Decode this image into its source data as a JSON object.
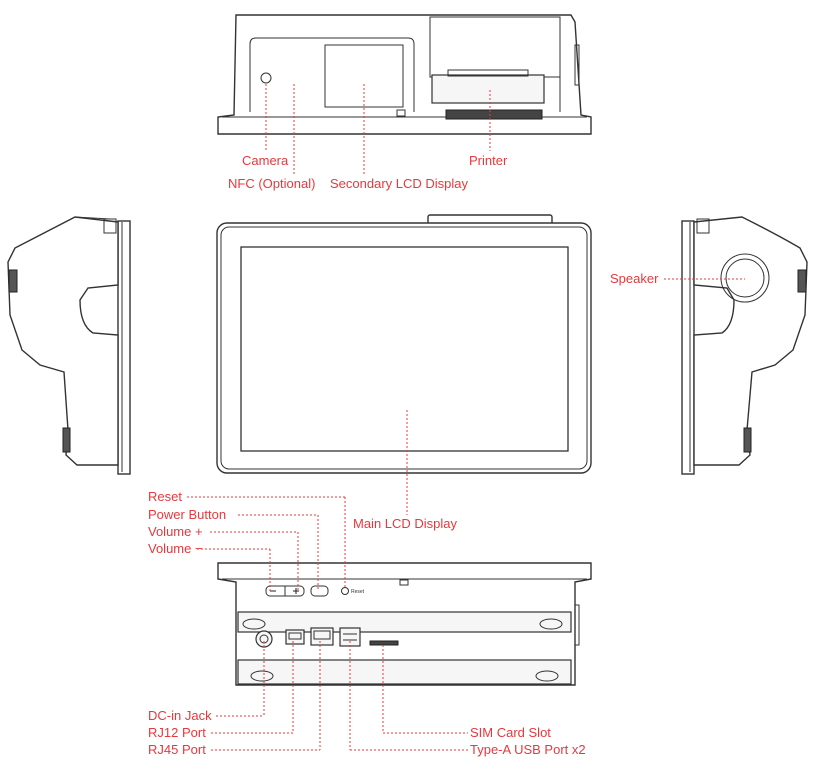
{
  "labels": {
    "camera": "Camera",
    "nfc": "NFC (Optional)",
    "secondary_lcd": "Secondary LCD Display",
    "printer": "Printer",
    "speaker": "Speaker",
    "main_lcd": "Main LCD Display",
    "reset": "Reset",
    "power_button": "Power Button",
    "volume_up": "Volume +",
    "volume_down": "Volume −",
    "dc_in": "DC-in Jack",
    "rj12": "RJ12 Port",
    "rj45": "RJ45 Port",
    "sim": "SIM Card Slot",
    "usb": "Type-A USB Port x2"
  },
  "device_text": {
    "reset_small": "Reset"
  },
  "colors": {
    "callout": "#e8383d",
    "outline": "#333333"
  }
}
